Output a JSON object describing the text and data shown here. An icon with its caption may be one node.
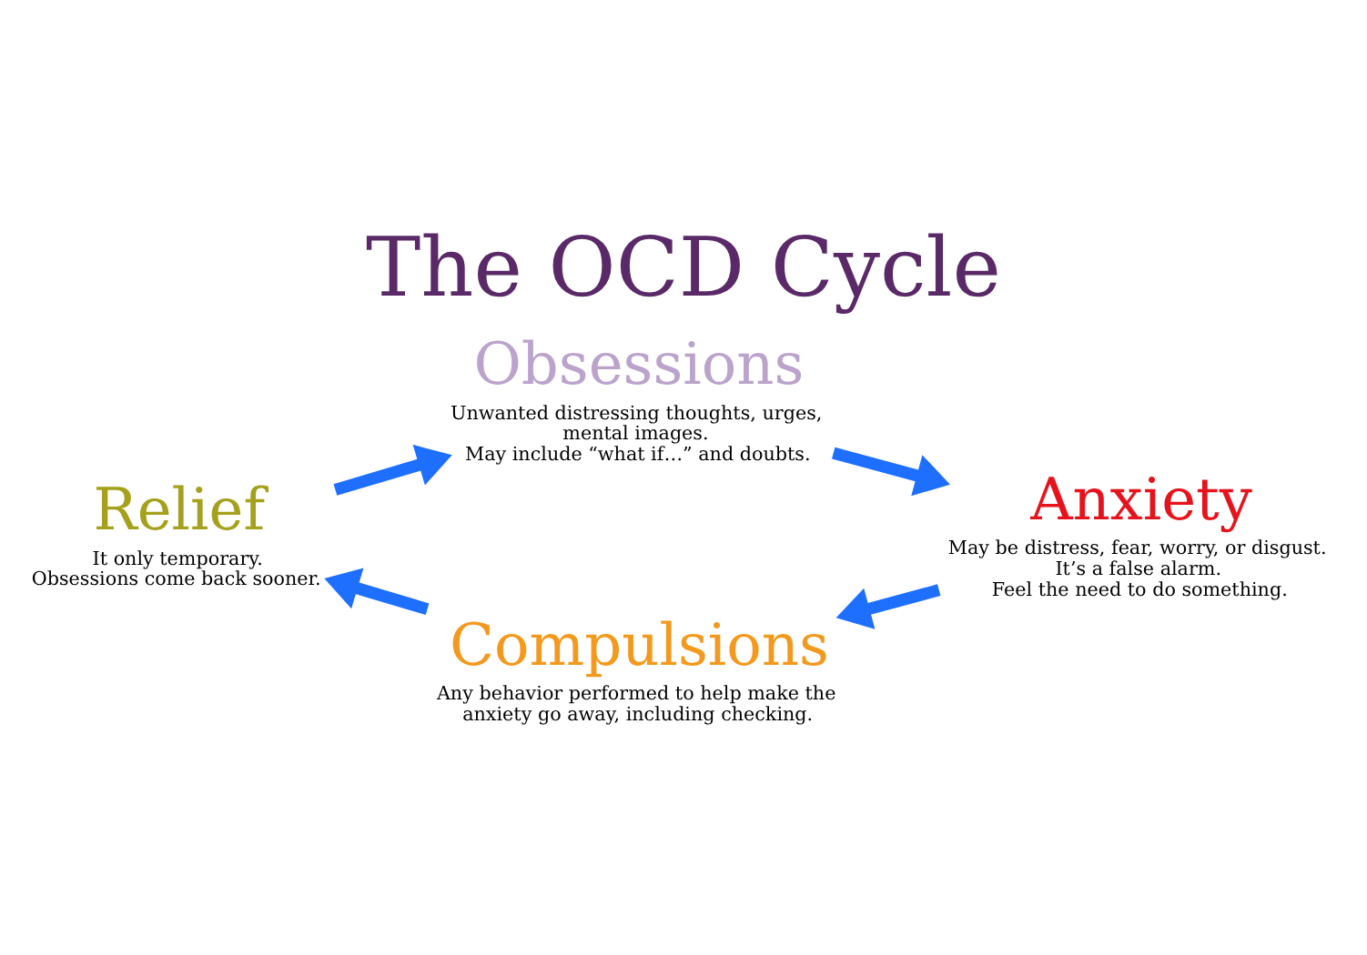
{
  "diagram": {
    "title": "The OCD Cycle",
    "nodes": [
      {
        "text": [
          "Obsessions",
          "Unwanted distressing thoughts, urges, mental images. May include “what if…” and doubts."
        ]
      },
      {
        "text": [
          "Anxiety",
          "May be distress, fear, worry, or disgust. It’s a false alarm. Feel the need to do something."
        ]
      },
      {
        "text": [
          "Compulsions",
          "Any behavior performed to help make the anxiety go away, including checking."
        ]
      },
      {
        "text": [
          "Relief",
          "It only temporary. Obsessions come back sooner."
        ]
      }
    ],
    "edges": [
      {
        "from": 0,
        "to": 1,
        "arrow": "to"
      },
      {
        "from": 1,
        "to": 2,
        "arrow": "to"
      },
      {
        "from": 2,
        "to": 3,
        "arrow": "to"
      },
      {
        "from": 3,
        "to": 0,
        "arrow": "to"
      }
    ]
  }
}
